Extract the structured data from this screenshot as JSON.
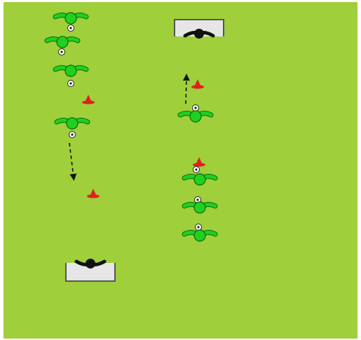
{
  "colors": {
    "pitch": "#9fcf3a",
    "player": "#1fd01f",
    "player_outline": "#0b6b0b",
    "cone": "#e02020",
    "goal_fill": "#e6e6e6",
    "goal_frame": "#555555",
    "keeper": "#111111",
    "ball": "#ffffff",
    "arrow": "#111111"
  },
  "diagram": {
    "left_group": {
      "players": 4,
      "cones": 2,
      "pass_direction": "down"
    },
    "right_group": {
      "players": 4,
      "cones": 2,
      "pass_direction": "up"
    },
    "goals": 2,
    "goalkeepers": 2,
    "icons": [
      "player-icon",
      "ball-icon",
      "cone-icon",
      "goal-icon",
      "goalkeeper-icon",
      "arrow-icon"
    ]
  }
}
